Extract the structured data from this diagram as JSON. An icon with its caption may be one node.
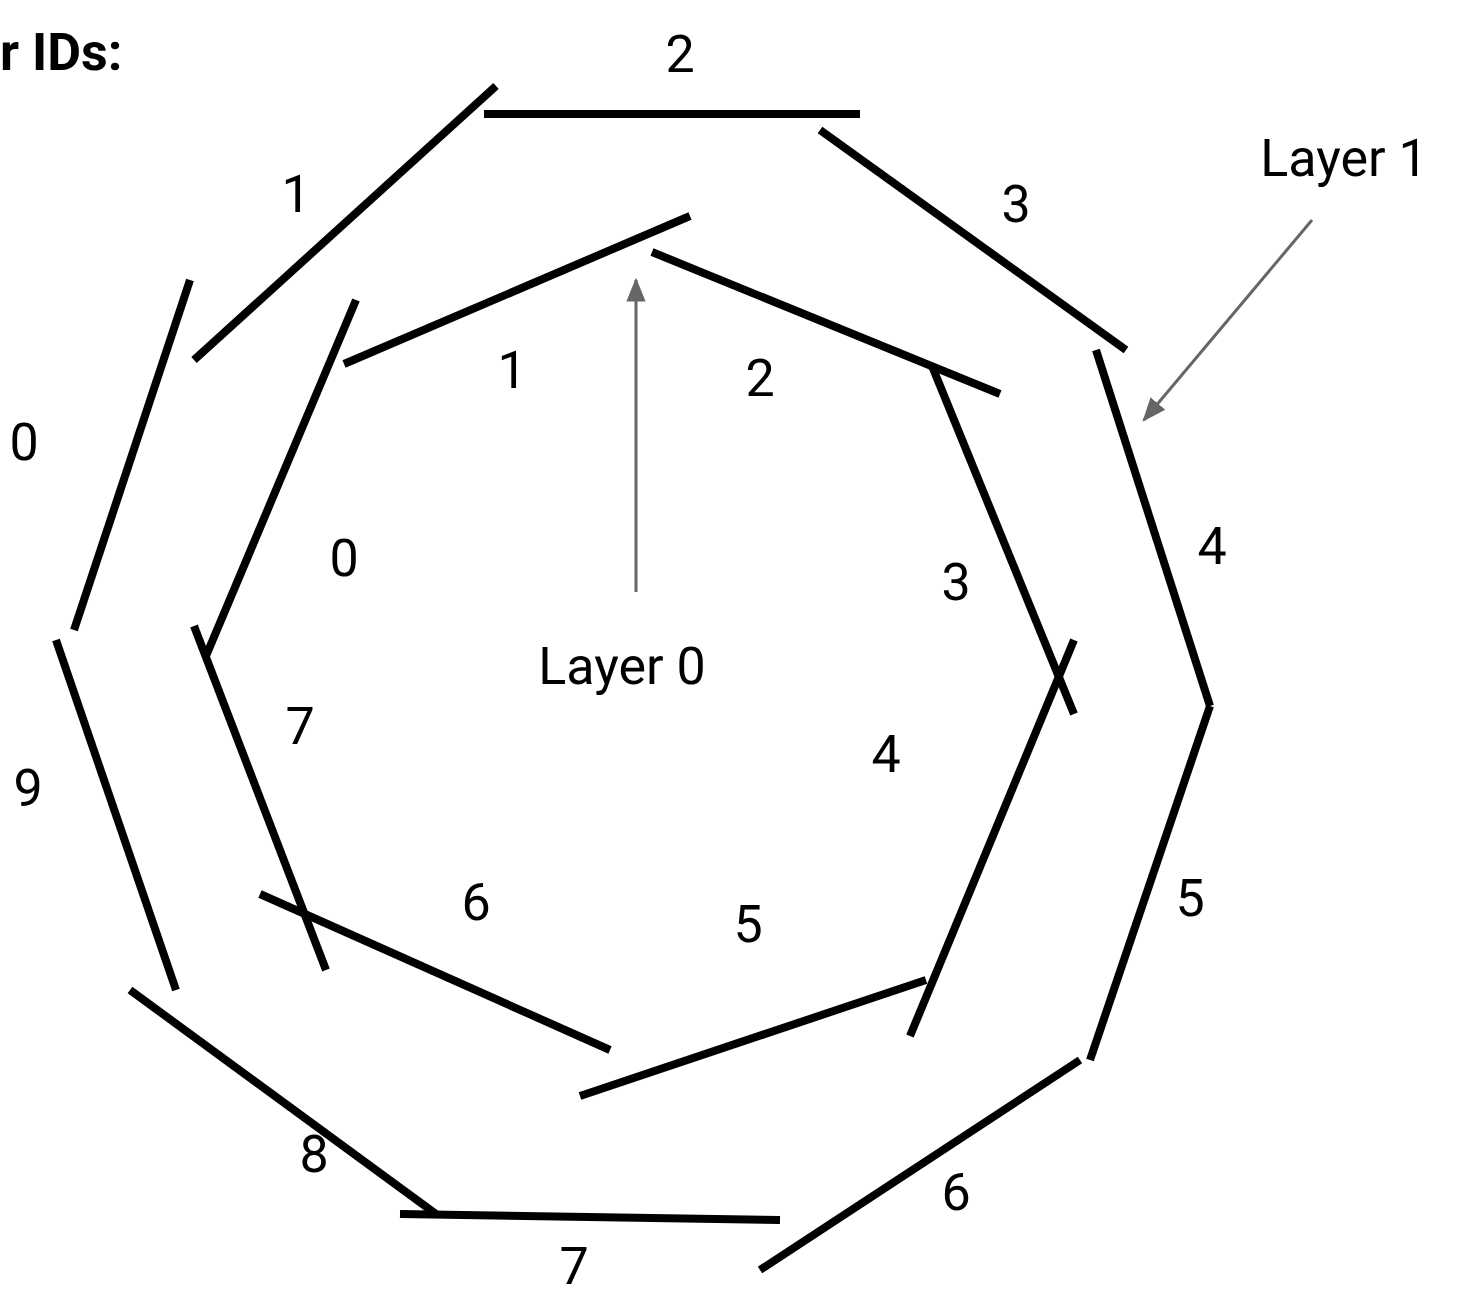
{
  "diagram": {
    "title": "r IDs:",
    "nodes": [
      {
        "text": [
          "Layer 1"
        ]
      },
      {
        "text": [
          "Layer 0"
        ]
      }
    ],
    "edges": [
      {
        "from": 0,
        "to": null,
        "arrow": "to"
      },
      {
        "from": 1,
        "to": null,
        "arrow": "to"
      }
    ],
    "labels": [
      "2",
      "1",
      "3",
      "1",
      "2",
      "0",
      "4",
      "0",
      "3",
      "7",
      "4",
      "9",
      "5",
      "6",
      "5",
      "6",
      "8",
      "7"
    ]
  }
}
